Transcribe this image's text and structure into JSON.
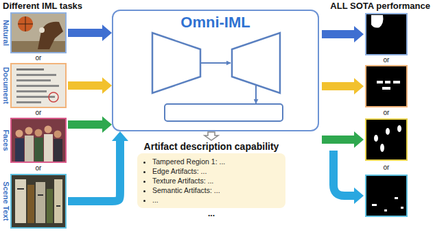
{
  "diagram": {
    "nodes": [
      {
        "text": [
          "Natural"
        ]
      },
      {
        "text": [
          "Document"
        ]
      },
      {
        "text": [
          "Faces"
        ]
      },
      {
        "text": [
          "Scene Text"
        ]
      },
      {
        "text": [
          "Omni-IML"
        ]
      },
      {
        "text": [
          "Artifact description capability",
          "Tampered Region 1: ...",
          "Edge Artifacts: ...",
          "Texture Artifacts: ...",
          "Semantic Artifacts: ...",
          "..."
        ]
      }
    ],
    "edges": [
      {
        "from": 0,
        "to": 4,
        "arrow": "to"
      },
      {
        "from": 1,
        "to": 4,
        "arrow": "to"
      },
      {
        "from": 2,
        "to": 4,
        "arrow": "to"
      },
      {
        "from": 3,
        "to": 4,
        "arrow": "to"
      },
      {
        "from": 4,
        "to": 5,
        "arrow": "to"
      }
    ],
    "labels": [
      "Different IML tasks",
      "ALL SOTA performance",
      "or",
      "or",
      "or",
      "or",
      "or",
      "or",
      "..."
    ]
  }
}
